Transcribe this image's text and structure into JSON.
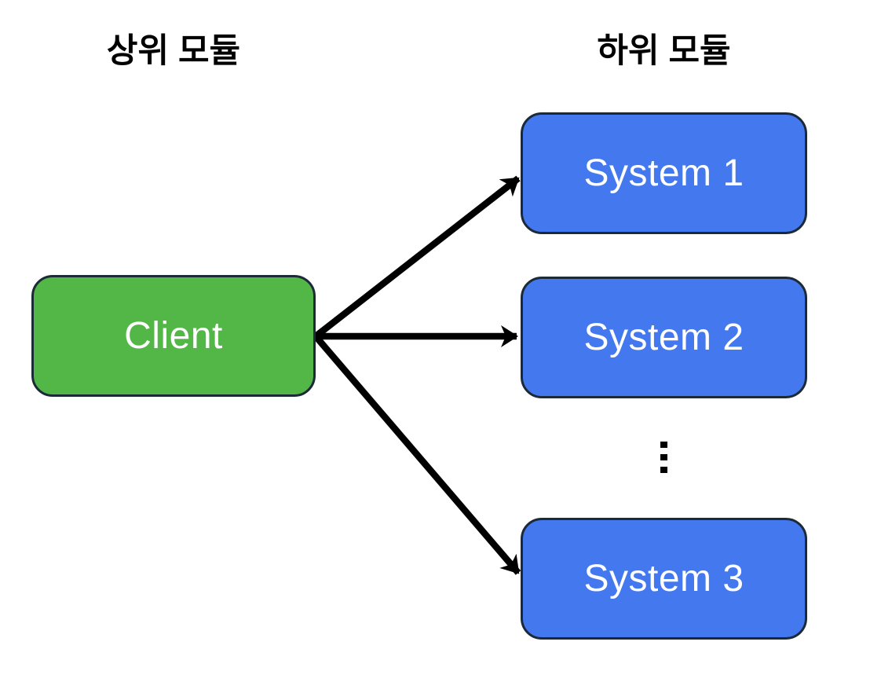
{
  "diagram": {
    "title_left": "상위 모듈",
    "title_right": "하위 모듈",
    "client": {
      "label": "Client"
    },
    "systems": [
      {
        "label": "System 1"
      },
      {
        "label": "System 2"
      },
      {
        "label": "System 3"
      }
    ],
    "ellipsis_symbol": "⋮",
    "edges": [
      {
        "from": "Client",
        "to": "System 1"
      },
      {
        "from": "Client",
        "to": "System 2"
      },
      {
        "from": "Client",
        "to": "System 3"
      }
    ],
    "colors": {
      "client_fill": "#53b748",
      "system_fill": "#4378ee",
      "box_border": "#1c2937",
      "box_text": "#ffffff",
      "heading_text": "#000000",
      "arrow": "#000000",
      "background": "#ffffff"
    }
  }
}
